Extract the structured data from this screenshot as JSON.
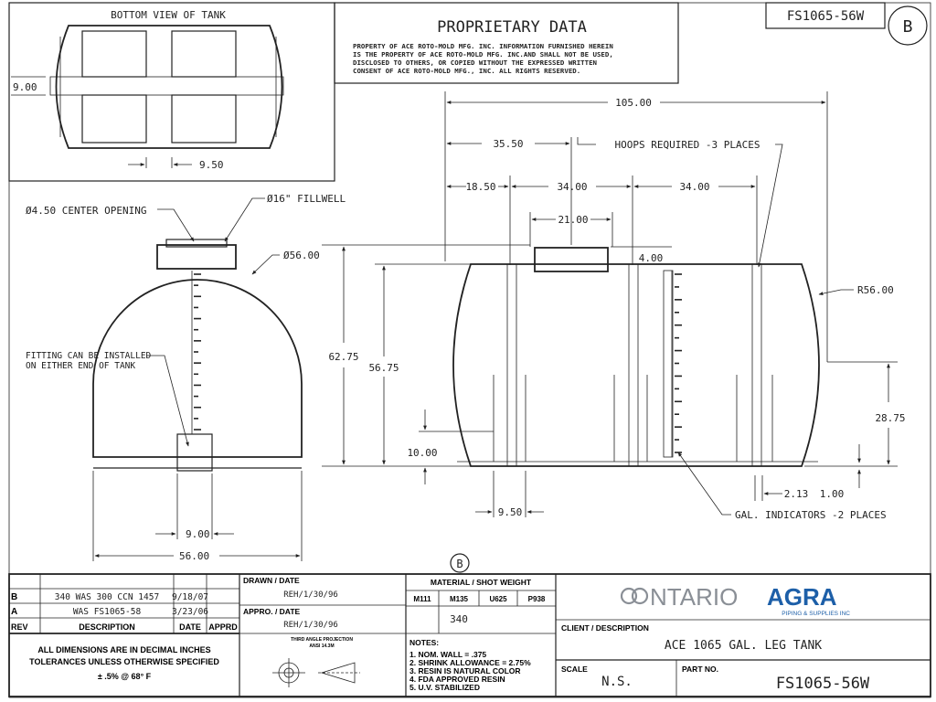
{
  "sheet": {
    "revision_letter": "B",
    "part_number_tag": "FS1065-56W",
    "revision_marker": "B"
  },
  "proprietary": {
    "title": "PROPRIETARY DATA",
    "lines": [
      "PROPERTY OF ACE ROTO-MOLD MFG. INC. INFORMATION FURNISHED HEREIN",
      "IS THE PROPERTY OF ACE ROTO-MOLD MFG. INC.AND SHALL NOT BE USED,",
      "DISCLOSED TO OTHERS, OR COPIED WITHOUT THE EXPRESSED WRITTEN",
      "CONSENT OF ACE ROTO-MOLD MFG., INC.  ALL RIGHTS RESERVED."
    ]
  },
  "bottom_view": {
    "title": "BOTTOM VIEW OF TANK",
    "dim_height": "9.00",
    "dim_width": "9.50"
  },
  "end_view": {
    "center_opening": "Ø4.50 CENTER OPENING",
    "fillwell": "Ø16\" FILLWELL",
    "diameter": "Ø56.00",
    "fitting_note_1": "FITTING CAN BE INSTALLED",
    "fitting_note_2": "ON EITHER END OF TANK",
    "dim_leg": "9.00",
    "dim_width": "56.00"
  },
  "side_view": {
    "overall_length": "105.00",
    "dim_35_50": "35.50",
    "dim_18_50": "18.50",
    "dim_34_a": "34.00",
    "dim_34_b": "34.00",
    "dim_21": "21.00",
    "dim_4": "4.00",
    "hoops": "HOOPS REQUIRED -3 PLACES",
    "radius": "R56.00",
    "dim_62_75": "62.75",
    "dim_56_75": "56.75",
    "dim_10": "10.00",
    "dim_28_75": "28.75",
    "dim_9_50": "9.50",
    "dim_2_13": "2.13",
    "dim_1": "1.00",
    "gal_indicators": "GAL. INDICATORS -2 PLACES"
  },
  "title_block": {
    "revisions": [
      {
        "rev": "B",
        "desc": "340 WAS 300 CCN 1457",
        "date": "9/18/07",
        "appr": ""
      },
      {
        "rev": "A",
        "desc": "WAS FS1065-58",
        "date": "3/23/06",
        "appr": ""
      }
    ],
    "rev_header": "REV",
    "desc_header": "DESCRIPTION",
    "date_header": "DATE",
    "appr_header": "APPRD",
    "drawn_label": "DRAWN / DATE",
    "drawn_value": "REH/1/30/96",
    "appro_label": "APPRO. / DATE",
    "appro_value": "REH/1/30/96",
    "projection_label": "THIRD ANGLE PROJECTION",
    "projection_sub": "ANSI 14.3M",
    "tolerance_1": "ALL DIMENSIONS ARE IN DECIMAL INCHES",
    "tolerance_2": "TOLERANCES UNLESS OTHERWISE SPECIFIED",
    "tolerance_3": "±  .5% @ 68° F",
    "material_label": "MATERIAL / SHOT WEIGHT",
    "materials": [
      "M111",
      "M135",
      "U625",
      "P938"
    ],
    "shot_weight": "340",
    "notes_label": "NOTES:",
    "notes": [
      "1. NOM. WALL = .375",
      "2. SHRINK ALLOWANCE = 2.75%",
      "3. RESIN IS NATURAL COLOR",
      "4. FDA APPROVED RESIN",
      "5. U.V. STABILIZED"
    ],
    "client_label": "CLIENT / DESCRIPTION",
    "client_value": "ACE 1065 GAL. LEG TANK",
    "scale_label": "SCALE",
    "scale_value": "N.S.",
    "part_label": "PART NO.",
    "part_value": "FS1065-56W"
  },
  "logo": {
    "brand_light": "NTARIO",
    "brand_bold": "AGRA",
    "tagline": "PIPING & SUPPLIES INC",
    "color_grey": "#8a8f96",
    "color_blue": "#1d5fa8"
  }
}
